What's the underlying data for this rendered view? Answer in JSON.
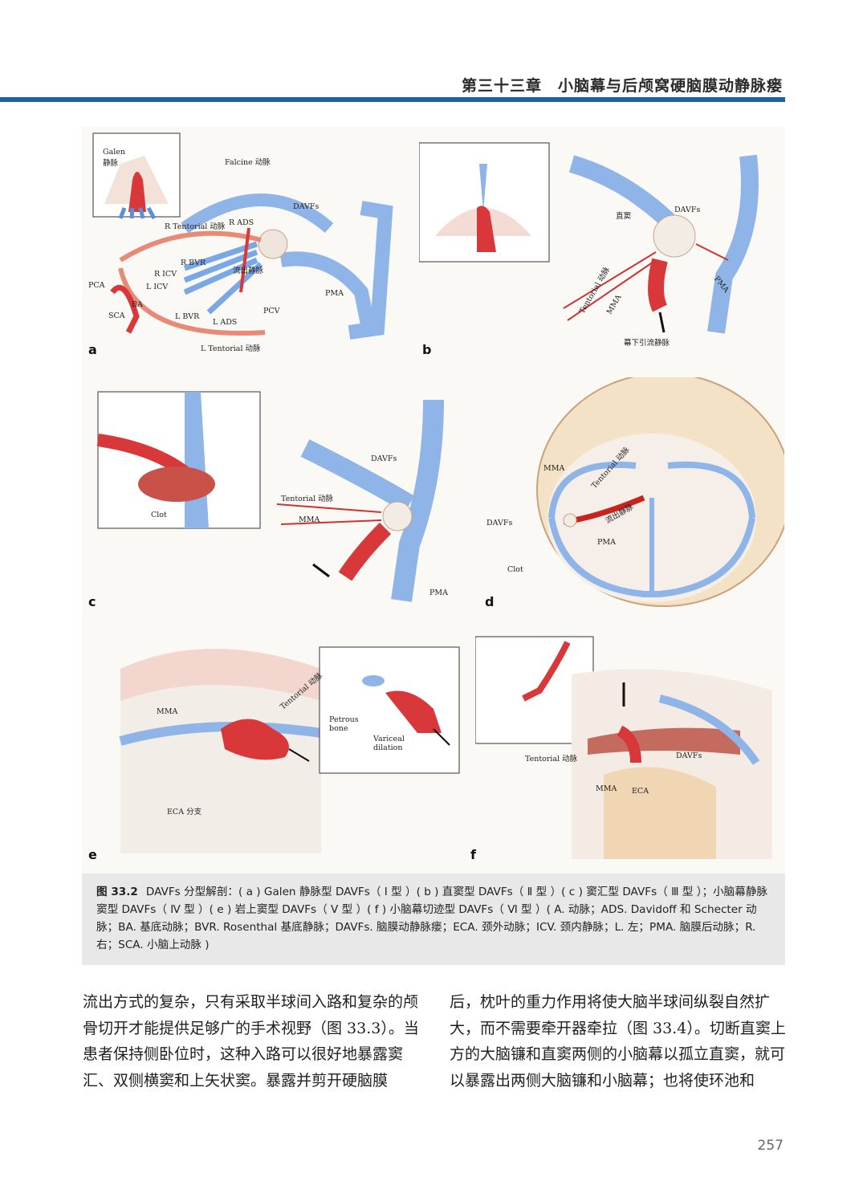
{
  "header": {
    "title": "第三十三章　小脑幕与后颅窝硬脑膜动静脉瘘"
  },
  "panels": {
    "a": {
      "letter": "a",
      "labels": {
        "galen": "Galen 静脉",
        "falcine": "Falcine 动脉",
        "davfs": "DAVFs",
        "r_tentorial": "R Tentorial 动脉",
        "r_ads": "R ADS",
        "r_bvr": "R BVR",
        "r_icv": "R ICV",
        "l_icv": "L ICV",
        "pca": "PCA",
        "ba": "BA",
        "sca": "SCA",
        "l_bvr": "L BVR",
        "l_ads": "L ADS",
        "pcv": "PCV",
        "pma": "PMA",
        "l_tentorial": "L Tentorial 动脉",
        "outflow": "流出静脉"
      }
    },
    "b": {
      "letter": "b",
      "labels": {
        "straight_sinus": "直窦",
        "davfs": "DAVFs",
        "tentorial": "Tentorial 动脉",
        "mma": "MMA",
        "pma": "PMA",
        "drain": "幕下引流静脉"
      }
    },
    "c": {
      "letter": "c",
      "labels": {
        "clot": "Clot",
        "davfs": "DAVFs",
        "tentorial": "Tentorial 动脉",
        "mma": "MMA",
        "pma": "PMA"
      }
    },
    "d": {
      "letter": "d",
      "labels": {
        "mma": "MMA",
        "tentorial": "Tentorial 动脉",
        "davfs": "DAVFs",
        "outflow": "流出静脉",
        "pma": "PMA",
        "clot": "Clot"
      }
    },
    "e": {
      "letter": "e",
      "labels": {
        "mma": "MMA",
        "tentorial": "Tentorial 动脉",
        "eca": "ECA 分支",
        "petrous": "Petrous bone",
        "variceal": "Variceal dilation"
      }
    },
    "f": {
      "letter": "f",
      "labels": {
        "tentorial": "Tentorial 动脉",
        "davfs": "DAVFs",
        "mma": "MMA",
        "eca": "ECA"
      }
    }
  },
  "caption": {
    "label": "图 33.2",
    "text": "DAVFs 分型解剖：( a ) Galen 静脉型 DAVFs（ Ⅰ 型 ）( b ) 直窦型 DAVFs（ Ⅱ 型 ）( c ) 窦汇型 DAVFs（ Ⅲ 型 ）；小脑幕静脉窦型 DAVFs（ Ⅳ 型 ）( e ) 岩上窦型 DAVFs（ Ⅴ 型 ）( f ) 小脑幕切迹型 DAVFs（ Ⅵ 型 ）( A. 动脉；ADS. Davidoff 和 Schecter 动脉；BA. 基底动脉；BVR. Rosenthal 基底静脉；DAVFs. 脑膜动静脉瘘；ECA. 颈外动脉；ICV. 颈内静脉；L. 左；PMA. 脑膜后动脉；R. 右；SCA. 小脑上动脉 )"
  },
  "body": {
    "left": "流出方式的复杂，只有采取半球间入路和复杂的颅骨切开才能提供足够广的手术视野（图 33.3）。当患者保持侧卧位时，这种入路可以很好地暴露窦汇、双侧横窦和上矢状窦。暴露并剪开硬脑膜",
    "right": "后，枕叶的重力作用将使大脑半球间纵裂自然扩大，而不需要牵开器牵拉（图 33.4）。切断直窦上方的大脑镰和直窦两侧的小脑幕以孤立直窦，就可以暴露出两侧大脑镰和小脑幕；也将使环池和"
  },
  "page_number": "257"
}
